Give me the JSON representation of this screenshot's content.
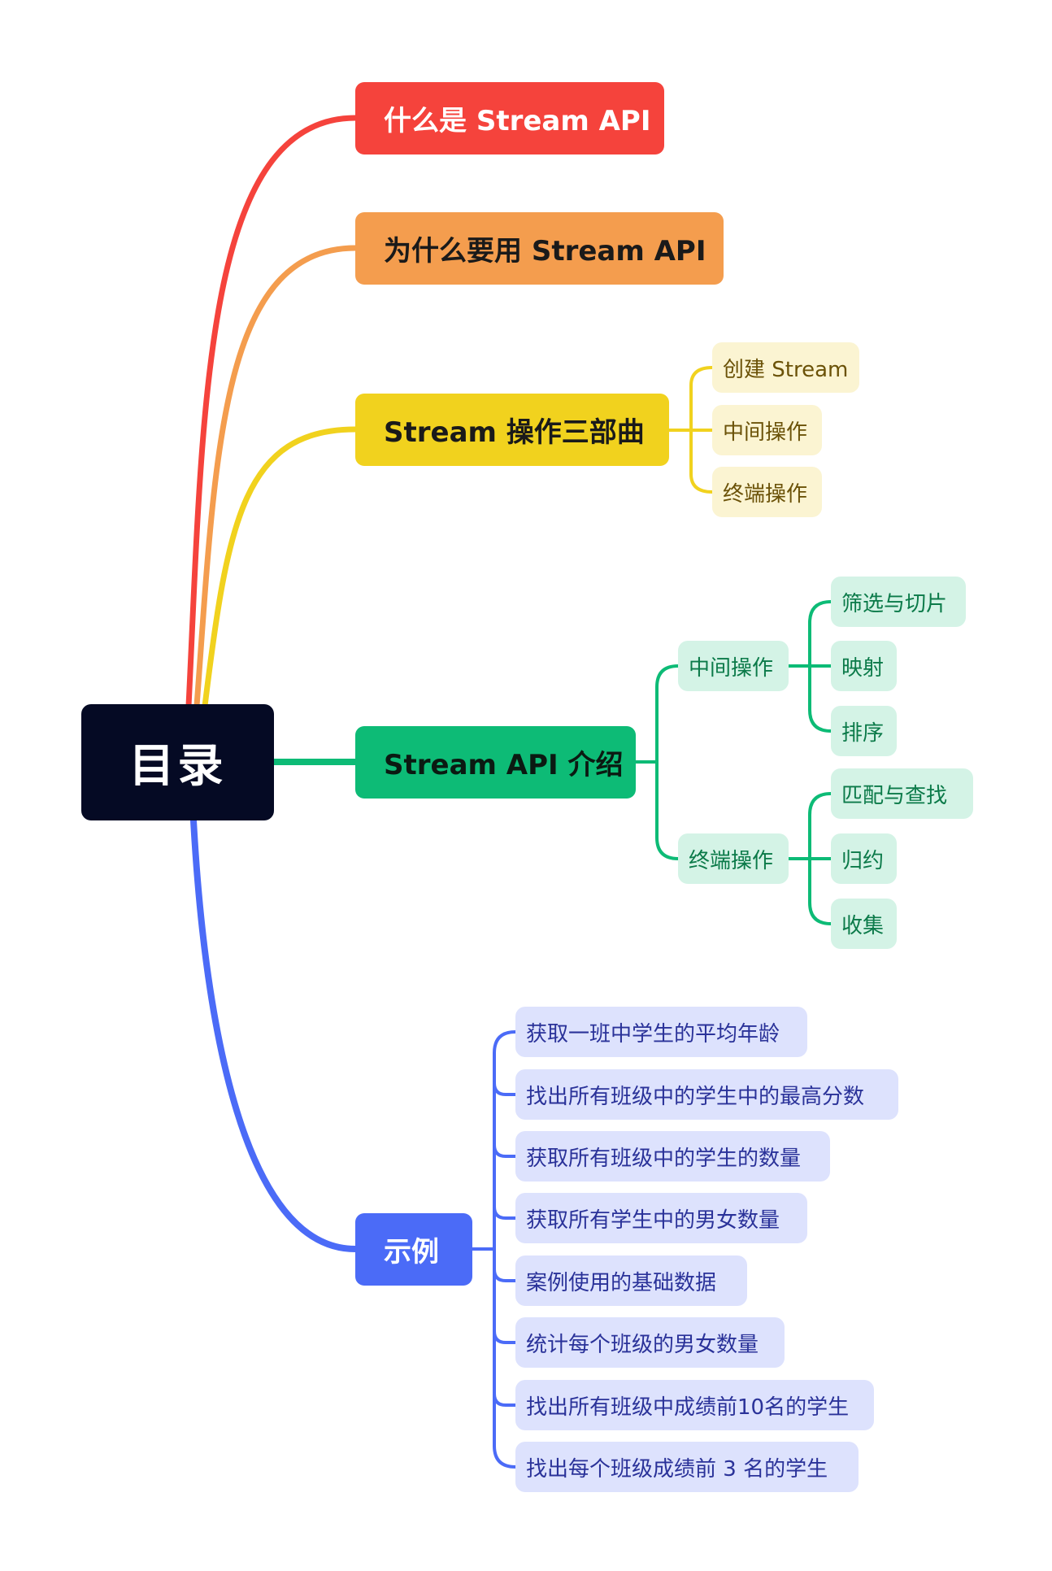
{
  "root": {
    "label": "目录"
  },
  "branches": [
    {
      "label": "什么是 Stream API",
      "color": "#f5433c"
    },
    {
      "label": "为什么要用 Stream API",
      "color": "#f49d4e"
    },
    {
      "label": "Stream 操作三部曲",
      "color": "#f1d21e",
      "children": [
        "创建 Stream",
        "中间操作",
        "终端操作"
      ]
    },
    {
      "label": "Stream API 介绍",
      "color": "#0dbb76",
      "children": [
        {
          "label": "中间操作",
          "children": [
            "筛选与切片",
            "映射",
            "排序"
          ]
        },
        {
          "label": "终端操作",
          "children": [
            "匹配与查找",
            "归约",
            "收集"
          ]
        }
      ]
    },
    {
      "label": "示例",
      "color": "#4b6bf7",
      "children": [
        "获取一班中学生的平均年龄",
        "找出所有班级中的学生中的最高分数",
        "获取所有班级中的学生的数量",
        "获取所有学生中的男女数量",
        "案例使用的基础数据",
        "统计每个班级的男女数量",
        "找出所有班级中成绩前10名的学生",
        "找出每个班级成绩前 3 名的学生"
      ]
    }
  ]
}
